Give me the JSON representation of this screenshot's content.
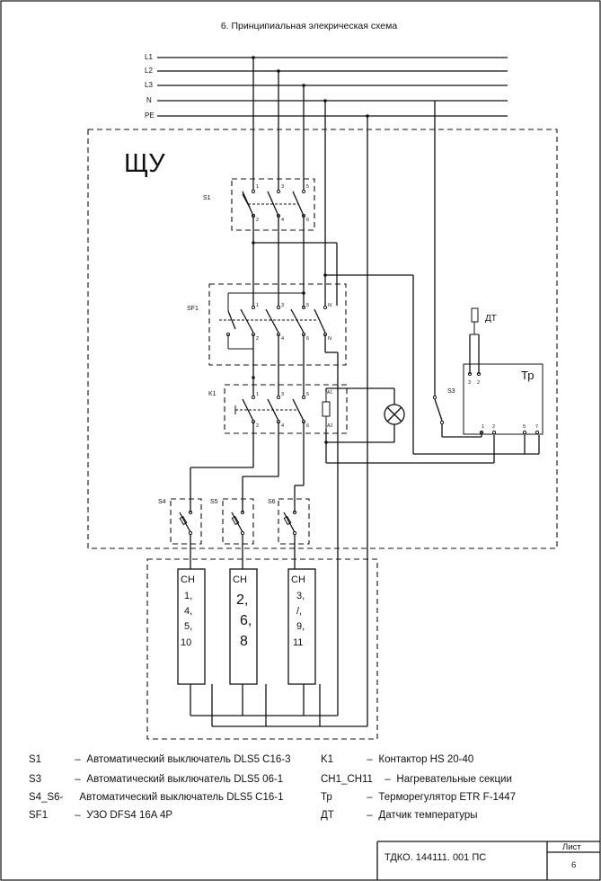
{
  "title": "6. Принципиальная элекрическая схема",
  "buses": [
    "L1",
    "L2",
    "L3",
    "N",
    "PE"
  ],
  "panel_label": "ЩУ",
  "devices": {
    "s1": "S1",
    "sf1": "SF1",
    "k1": "K1",
    "s3": "S3",
    "s4": "S4",
    "s5": "S5",
    "s6": "S6",
    "tr": "Тр",
    "dt": "ДТ"
  },
  "terminals": {
    "s1_top": [
      "1",
      "3",
      "5"
    ],
    "s1_bot": [
      "2",
      "4",
      "6"
    ],
    "sf1_top": [
      "1",
      "3",
      "5",
      "N"
    ],
    "sf1_bot": [
      "2",
      "4",
      "6",
      "N"
    ],
    "k1_top": [
      "1",
      "3",
      "5",
      "A1"
    ],
    "k1_bot": [
      "2",
      "4",
      "6",
      "A2"
    ],
    "tr_top": [
      "3",
      "2"
    ],
    "tr_bot": [
      "1",
      "2",
      "5",
      "7"
    ]
  },
  "heaters": [
    {
      "head": "CH",
      "lines": [
        "1,",
        "4,",
        "5,",
        "10"
      ]
    },
    {
      "head": "CH",
      "lines": [
        "2,",
        "6,",
        "8"
      ]
    },
    {
      "head": "CH",
      "lines": [
        "3,",
        "/,",
        "9,",
        "11"
      ]
    }
  ],
  "legend_left": [
    {
      "code": "S1",
      "dash": "–",
      "text": "Автоматический выключатель DLS5 C16-3"
    },
    {
      "code": "S3",
      "dash": "–",
      "text": "Автоматический выключатель DLS5 06-1"
    },
    {
      "code": "S4_S6-",
      "dash": "",
      "text": "Автоматический выключатель DLS5 C16-1"
    },
    {
      "code": "SF1",
      "dash": "–",
      "text": "УЗО DFS4 16A 4P"
    }
  ],
  "legend_right": [
    {
      "code": "K1",
      "dash": "–",
      "text": "Контактор HS 20-40"
    },
    {
      "code": "CH1_CH11",
      "dash": "–",
      "text": "Нагревательные секции"
    },
    {
      "code": "Тр",
      "dash": "–",
      "text": "Терморегулятор ETR F-1447"
    },
    {
      "code": "ДТ",
      "dash": "–",
      "text": "Датчик температуры"
    }
  ],
  "stamp": {
    "doc": "ТДКО. 144111. 001 ПС",
    "sheet_label": "Лист",
    "sheet_no": "6"
  }
}
